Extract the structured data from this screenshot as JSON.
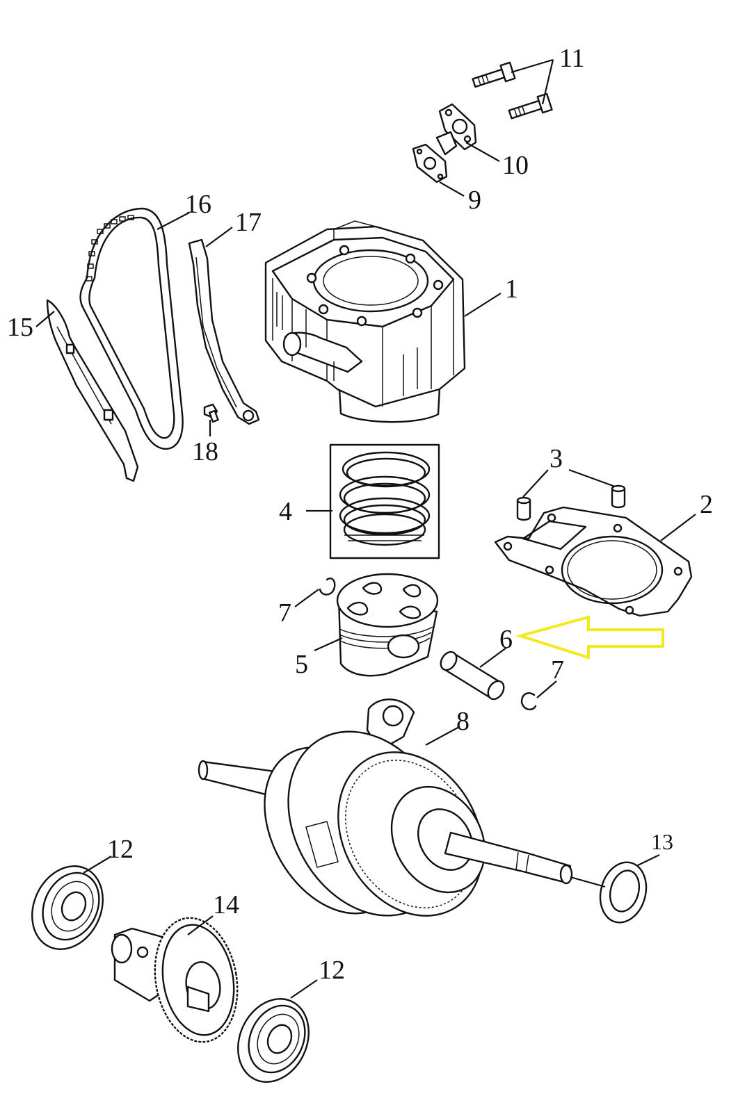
{
  "labels": {
    "p1": "1",
    "p2": "2",
    "p3": "3",
    "p4": "4",
    "p5": "5",
    "p6": "6",
    "p7a": "7",
    "p7b": "7",
    "p8": "8",
    "p9": "9",
    "p10": "10",
    "p11": "11",
    "p12a": "12",
    "p12b": "12",
    "p13": "13",
    "p14": "14",
    "p15": "15",
    "p16": "16",
    "p17": "17",
    "p18": "18"
  },
  "highlight": {
    "target_label": "6",
    "color": "#f2ea1c",
    "icon": "highlight-arrow-icon"
  }
}
